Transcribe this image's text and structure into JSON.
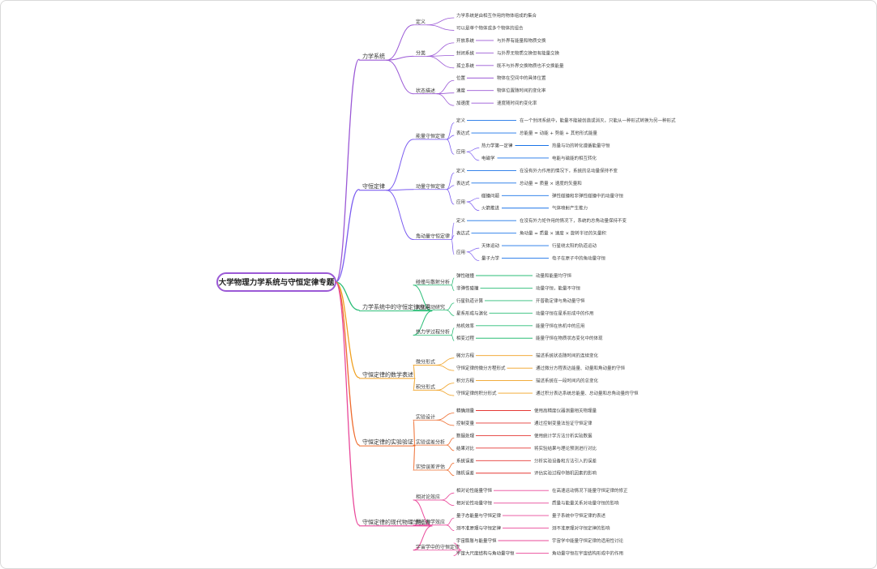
{
  "root": {
    "label": "大学物理力学系统与守恒定律专题",
    "children": [
      {
        "label": "力学系统",
        "children": [
          {
            "label": "定义",
            "children": [
              {
                "label": "力学系统是由相互作用的物体组成的集合"
              },
              {
                "label": "可以是单个物体或多个物体的组合"
              }
            ]
          },
          {
            "label": "分类",
            "children": [
              {
                "label": "开放系统",
                "children": [
                  {
                    "label": "与外界有能量和物质交换"
                  }
                ]
              },
              {
                "label": "封闭系统",
                "children": [
                  {
                    "label": "与外界无物质交换但有能量交换"
                  }
                ]
              },
              {
                "label": "孤立系统",
                "children": [
                  {
                    "label": "既不与外界交换物质也不交换能量"
                  }
                ]
              }
            ]
          },
          {
            "label": "状态描述",
            "children": [
              {
                "label": "位置",
                "children": [
                  {
                    "label": "物体在空间中的具体位置"
                  }
                ]
              },
              {
                "label": "速度",
                "children": [
                  {
                    "label": "物体位置随时间的变化率"
                  }
                ]
              },
              {
                "label": "加速度",
                "children": [
                  {
                    "label": "速度随时间的变化率"
                  }
                ]
              }
            ]
          }
        ]
      },
      {
        "label": "守恒定律",
        "children": [
          {
            "label": "能量守恒定律",
            "children": [
              {
                "label": "定义",
                "children": [
                  {
                    "label": "在一个封闭系统中，能量不能被创造或消灭，只能从一种形式转换为另一种形式"
                  }
                ]
              },
              {
                "label": "表达式",
                "children": [
                  {
                    "label": "总能量 = 动能 + 势能 + 其他形式能量"
                  }
                ]
              },
              {
                "label": "应用",
                "children": [
                  {
                    "label": "热力学第一定律",
                    "children": [
                      {
                        "label": "热量与功的转化遵循能量守恒"
                      }
                    ]
                  },
                  {
                    "label": "电磁学",
                    "children": [
                      {
                        "label": "电能与磁能的相互转化"
                      }
                    ]
                  }
                ]
              }
            ]
          },
          {
            "label": "动量守恒定律",
            "children": [
              {
                "label": "定义",
                "children": [
                  {
                    "label": "在没有外力作用的情况下，系统的总动量保持不变"
                  }
                ]
              },
              {
                "label": "表达式",
                "children": [
                  {
                    "label": "总动量 = 质量 × 速度的矢量和"
                  }
                ]
              },
              {
                "label": "应用",
                "children": [
                  {
                    "label": "碰撞问题",
                    "children": [
                      {
                        "label": "弹性碰撞和非弹性碰撞中的动量守恒"
                      }
                    ]
                  },
                  {
                    "label": "火箭推进",
                    "children": [
                      {
                        "label": "气体喷射产生推力"
                      }
                    ]
                  }
                ]
              }
            ]
          },
          {
            "label": "角动量守恒定律",
            "children": [
              {
                "label": "定义",
                "children": [
                  {
                    "label": "在没有外力矩作用的情况下，系统的总角动量保持不变"
                  }
                ]
              },
              {
                "label": "表达式",
                "children": [
                  {
                    "label": "角动量 = 质量 × 速度 × 旋转半径的矢量积"
                  }
                ]
              },
              {
                "label": "应用",
                "children": [
                  {
                    "label": "天体运动",
                    "children": [
                      {
                        "label": "行星绕太阳的轨道运动"
                      }
                    ]
                  },
                  {
                    "label": "量子力学",
                    "children": [
                      {
                        "label": "电子在原子中的角动量守恒"
                      }
                    ]
                  }
                ]
              }
            ]
          }
        ]
      },
      {
        "label": "力学系统中的守恒定律应用",
        "children": [
          {
            "label": "碰撞与散射分析",
            "children": [
              {
                "label": "弹性碰撞",
                "children": [
                  {
                    "label": "动量和能量均守恒"
                  }
                ]
              },
              {
                "label": "非弹性碰撞",
                "children": [
                  {
                    "label": "动量守恒，能量不守恒"
                  }
                ]
              }
            ]
          },
          {
            "label": "天体运动研究",
            "children": [
              {
                "label": "行星轨道计算",
                "children": [
                  {
                    "label": "开普勒定律与角动量守恒"
                  }
                ]
              },
              {
                "label": "星系形成与演化",
                "children": [
                  {
                    "label": "动量守恒在星系形成中的作用"
                  }
                ]
              }
            ]
          },
          {
            "label": "热力学过程分析",
            "children": [
              {
                "label": "热机效率",
                "children": [
                  {
                    "label": "能量守恒在热机中的应用"
                  }
                ]
              },
              {
                "label": "相变过程",
                "children": [
                  {
                    "label": "能量守恒在物质状态变化中的体现"
                  }
                ]
              }
            ]
          }
        ]
      },
      {
        "label": "守恒定律的数学表述",
        "children": [
          {
            "label": "微分形式",
            "children": [
              {
                "label": "微分方程",
                "children": [
                  {
                    "label": "描述系统状态随时间的连续变化"
                  }
                ]
              },
              {
                "label": "守恒定律的微分方程形式",
                "children": [
                  {
                    "label": "通过微分方程表达能量、动量和角动量的守恒"
                  }
                ]
              }
            ]
          },
          {
            "label": "积分形式",
            "children": [
              {
                "label": "积分方程",
                "children": [
                  {
                    "label": "描述系统在一段时间内的总变化"
                  }
                ]
              },
              {
                "label": "守恒定律的积分形式",
                "children": [
                  {
                    "label": "通过积分表达系统总能量、总动量和总角动量的守恒"
                  }
                ]
              }
            ]
          }
        ]
      },
      {
        "label": "守恒定律的实验验证",
        "children": [
          {
            "label": "实验设计",
            "children": [
              {
                "label": "精确测量",
                "children": [
                  {
                    "label": "使用高精度仪器测量相关物理量"
                  }
                ]
              },
              {
                "label": "控制变量",
                "children": [
                  {
                    "label": "通过控制变量法验证守恒定律"
                  }
                ]
              }
            ]
          },
          {
            "label": "实验误差分析",
            "children": [
              {
                "label": "数据处理",
                "children": [
                  {
                    "label": "使用统计学方法分析实验数据"
                  }
                ]
              },
              {
                "label": "结果对比",
                "children": [
                  {
                    "label": "将实验结果与理论预测进行对比"
                  }
                ]
              }
            ]
          },
          {
            "label": "实验误差评估",
            "children": [
              {
                "label": "系统误差",
                "children": [
                  {
                    "label": "分析实验设备和方法引入的误差"
                  }
                ]
              },
              {
                "label": "随机误差",
                "children": [
                  {
                    "label": "评估实验过程中随机因素的影响"
                  }
                ]
              }
            ]
          }
        ]
      },
      {
        "label": "守恒定律的现代物理学拓展",
        "children": [
          {
            "label": "相对论效应",
            "children": [
              {
                "label": "相对论性能量守恒",
                "children": [
                  {
                    "label": "在高速运动情况下能量守恒定律的修正"
                  }
                ]
              },
              {
                "label": "相对论性动量守恒",
                "children": [
                  {
                    "label": "质量与能量关系对动量守恒的影响"
                  }
                ]
              }
            ]
          },
          {
            "label": "量子力学效应",
            "children": [
              {
                "label": "量子态能量与守恒定律",
                "children": [
                  {
                    "label": "量子系统中守恒定律的表述"
                  }
                ]
              },
              {
                "label": "测不准原理与守恒定律",
                "children": [
                  {
                    "label": "测不准原理对守恒定律的影响"
                  }
                ]
              }
            ]
          },
          {
            "label": "宇宙学中的守恒定律",
            "children": [
              {
                "label": "宇宙膨胀与能量守恒",
                "children": [
                  {
                    "label": "宇宙学中能量守恒定律的适用性讨论"
                  }
                ]
              },
              {
                "label": "宇宙大尺度结构与角动量守恒",
                "children": [
                  {
                    "label": "角动量守恒在宇宙结构形成中的作用"
                  }
                ]
              }
            ]
          }
        ]
      }
    ]
  },
  "colors": {
    "background": "#ffffff",
    "root_border": "#9b59d6",
    "text": "#333333",
    "branches": [
      "#9b59d6",
      "#7b5cf0",
      "#2bbd77",
      "#f0a020",
      "#ee6b2d",
      "#e9489a"
    ],
    "leaf_links": [
      "#9b59d6",
      "#1a73e8",
      "#2bbd77",
      "#f0a020",
      "#e53935",
      "#e9489a"
    ]
  }
}
